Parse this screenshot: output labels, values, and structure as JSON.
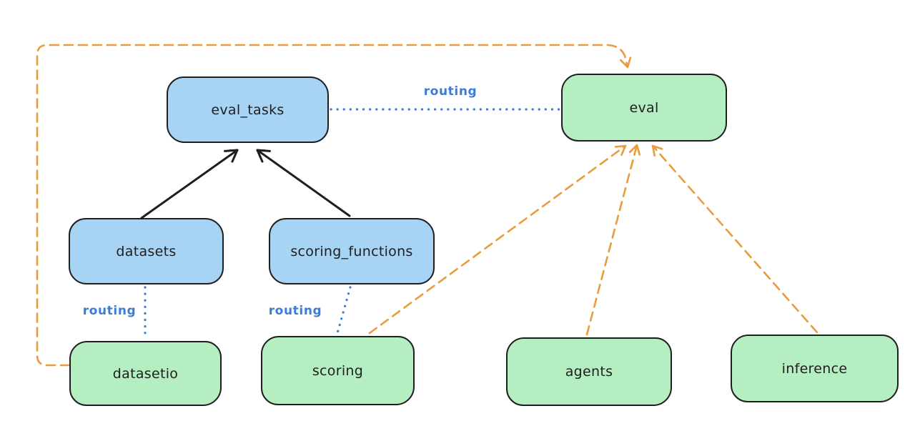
{
  "nodes": {
    "eval_tasks": {
      "label": "eval_tasks",
      "type": "registry"
    },
    "eval": {
      "label": "eval",
      "type": "provider"
    },
    "datasets": {
      "label": "datasets",
      "type": "registry"
    },
    "scoring_functions": {
      "label": "scoring_functions",
      "type": "registry"
    },
    "datasetio": {
      "label": "datasetio",
      "type": "provider"
    },
    "scoring": {
      "label": "scoring",
      "type": "provider"
    },
    "agents": {
      "label": "agents",
      "type": "provider"
    },
    "inference": {
      "label": "inference",
      "type": "provider"
    }
  },
  "edge_labels": {
    "routing": "routing"
  },
  "edges": [
    {
      "from": "datasets",
      "to": "eval_tasks",
      "style": "solid-black-arrow"
    },
    {
      "from": "scoring_functions",
      "to": "eval_tasks",
      "style": "solid-black-arrow"
    },
    {
      "from": "eval_tasks",
      "to": "eval",
      "style": "dotted-blue",
      "label": "routing"
    },
    {
      "from": "datasets",
      "to": "datasetio",
      "style": "dotted-blue",
      "label": "routing"
    },
    {
      "from": "scoring_functions",
      "to": "scoring",
      "style": "dotted-blue",
      "label": "routing"
    },
    {
      "from": "datasetio",
      "to": "eval",
      "style": "dashed-orange-arrow",
      "route": "around-top-left"
    },
    {
      "from": "scoring",
      "to": "eval",
      "style": "dashed-orange-arrow"
    },
    {
      "from": "agents",
      "to": "eval",
      "style": "dashed-orange-arrow"
    },
    {
      "from": "inference",
      "to": "eval",
      "style": "dashed-orange-arrow"
    }
  ],
  "colors": {
    "canvas_bg": "#ffffff",
    "registry_fill": "#a7d3f5",
    "provider_fill": "#b5eec0",
    "node_border": "#1e1e1e",
    "black_arrow": "#1e1e1e",
    "routing_blue": "#3b7cd6",
    "provider_orange": "#e99b3d"
  }
}
